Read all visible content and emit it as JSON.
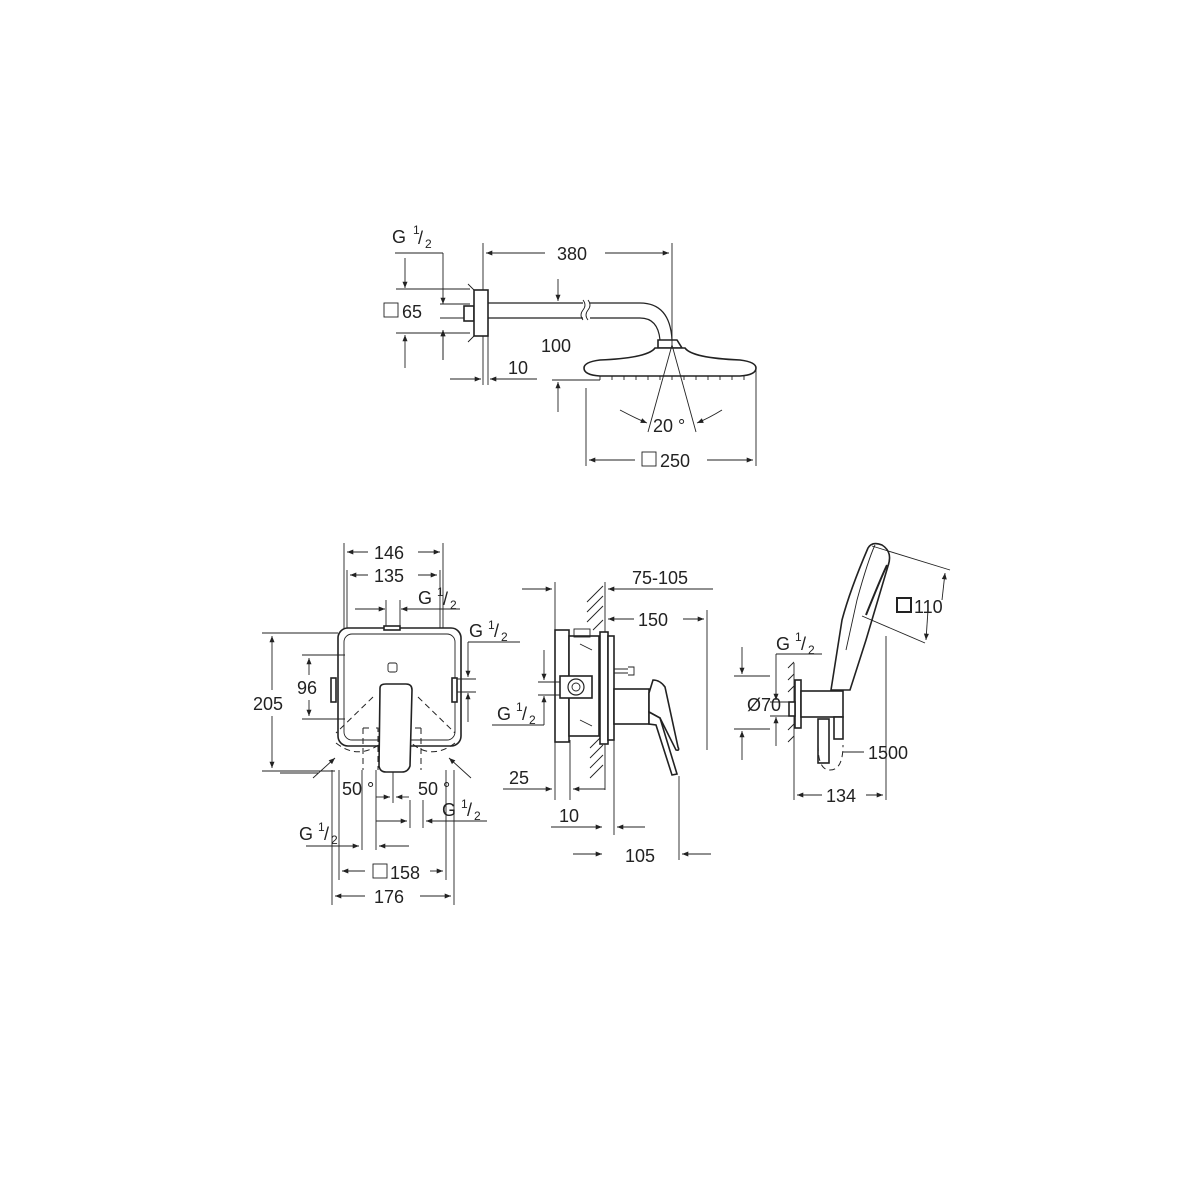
{
  "drawing": {
    "type": "technical-dimension-drawing",
    "units": "mm",
    "views": [
      {
        "name": "head-shower-with-arm",
        "dimensions": {
          "connection_thread": "G",
          "thread_num": "1",
          "thread_den": "2",
          "rosette_square": "65",
          "arm_length": "380",
          "head_drop": "100",
          "rosette_depth": "10",
          "tilt_angle": "20 °",
          "head_square": "250"
        }
      },
      {
        "name": "mixer-front-view",
        "dimensions": {
          "width_outer": "146",
          "width_inner": "135",
          "height": "205",
          "outlet_spacing": "96",
          "rotation_left": "50 °",
          "rotation_right": "50 °",
          "plate_square": "158",
          "plate_width": "176",
          "thread_top": "G",
          "thread_side": "G",
          "thread_bottom_left": "G",
          "thread_bottom_right": "G",
          "thread_num": "1",
          "thread_den": "2"
        }
      },
      {
        "name": "mixer-side-view",
        "dimensions": {
          "install_depth": "75-105",
          "projection": "150",
          "thread": "G",
          "thread_num": "1",
          "thread_den": "2",
          "body_offset": "25",
          "plate_depth": "10",
          "handle_projection": "105"
        }
      },
      {
        "name": "hand-shower-with-outlet",
        "dimensions": {
          "spray_square": "110",
          "thread": "G",
          "thread_num": "1",
          "thread_den": "2",
          "outlet_diameter": "Ø70",
          "hose_length": "1500",
          "holder_projection": "134"
        }
      }
    ],
    "square_symbol": "□"
  }
}
